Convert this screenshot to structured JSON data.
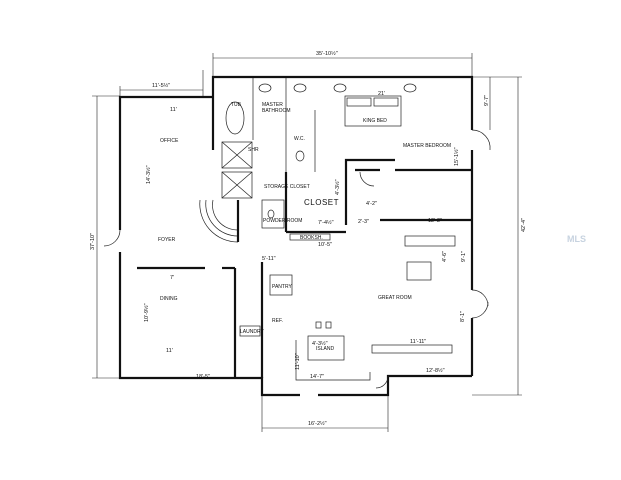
{
  "rooms": {
    "tub": "TUB",
    "master_bathroom": "MASTER\nBATHROOM",
    "king_bed": "KING BED",
    "master_bedroom": "MASTER BEDROOM",
    "office": "OFFICE",
    "wc": "W.C.",
    "shr": "SHR",
    "storage_closet": "STORAGE CLOSET",
    "powder_room": "POWDER ROOM",
    "closet": "CLOSET",
    "bookshelf": "BOOKSH.",
    "foyer": "FOYER",
    "dining": "DINING",
    "pantry": "PANTRY",
    "great_room": "GREAT ROOM",
    "laundry": "LAUNDRY",
    "ref": "REF.",
    "island": "ISLAND"
  },
  "dimensions": {
    "top_total": "35'-10½\"",
    "right_total": "42'-4\"",
    "left_total": "37'-10\"",
    "office_width": "11'-5½\"",
    "office_inner": "11'",
    "office_depth": "14'-3½\"",
    "bed_width": "21'",
    "bed_right": "9'-7\"",
    "bed_depth": "15'-1½\"",
    "bed_lower": "12'-2\"",
    "closet_width": "7'-4½\"",
    "closet_side": "4'-3½\"",
    "closet_small": "4'-2\"",
    "closet_mid": "2'-3\"",
    "bookshelf_len": "10'-5\"",
    "gr_right": "9'-1\"",
    "gr_side": "4'-6\"",
    "gr_lower": "8'-1\"",
    "gr_bottom_right": "12'-8½\"",
    "gr_width": "11'-11\"",
    "island": "4'-3½\"",
    "kitchen": "14'-7\"",
    "kitchen_side": "11'-10\"",
    "dining_width": "7'",
    "dining_depth": "10'-9½\"",
    "dining_inner": "11'",
    "laundry_width": "18'-5\"",
    "pantry_width": "5'-11\"",
    "bottom_total": "16'-2½\""
  },
  "watermark": "MLS"
}
